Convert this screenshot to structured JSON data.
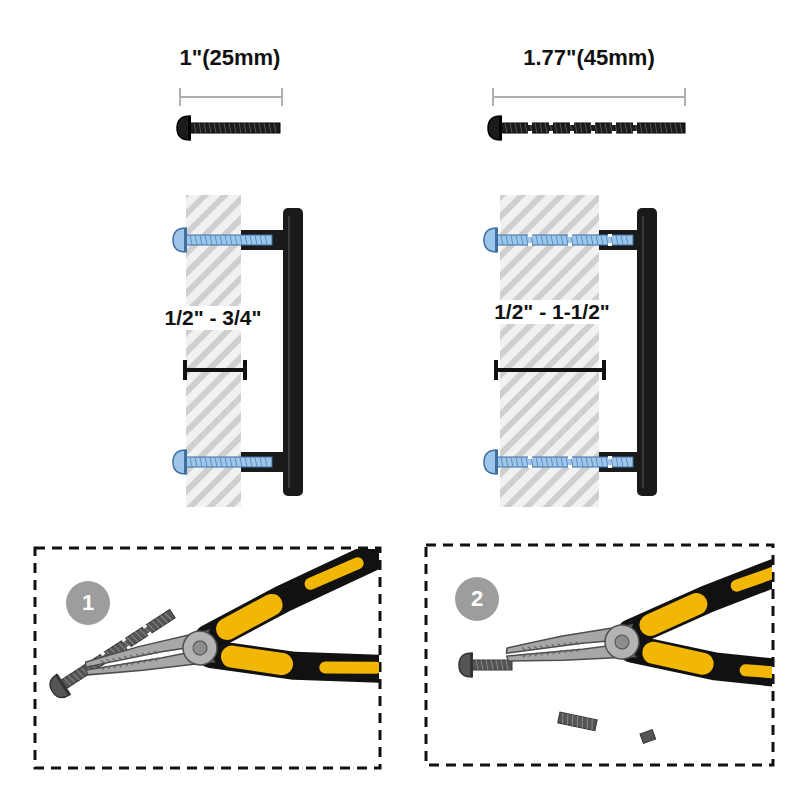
{
  "diagram": {
    "nodes": [
      {
        "text": [
          "1"
        ]
      },
      {
        "text": [
          "2"
        ]
      }
    ],
    "labels": [
      "1\"(25mm)",
      "1.77\"(45mm)",
      "1/2\" - 3/4\"",
      "1/2\" - 1-1/2\""
    ]
  }
}
